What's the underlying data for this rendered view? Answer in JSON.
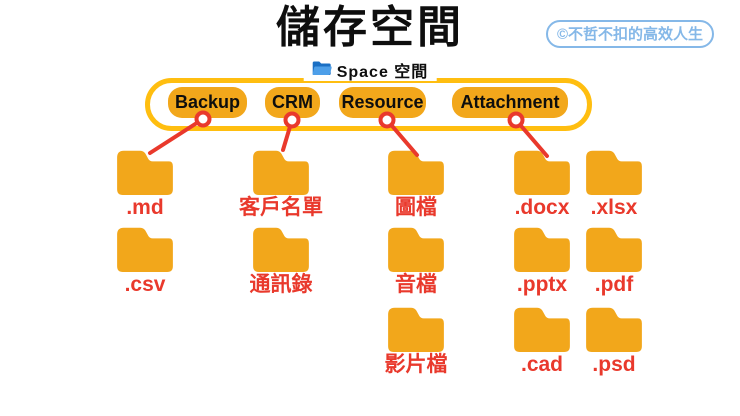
{
  "title": "儲存空間",
  "watermark": "©不哲不扣的高效人生",
  "space": {
    "label": "Space 空間"
  },
  "buttons": [
    {
      "label": "Backup"
    },
    {
      "label": "CRM"
    },
    {
      "label": "Resource"
    },
    {
      "label": "Attachment"
    }
  ],
  "folders": [
    {
      "label": ".md"
    },
    {
      "label": "客戶名單"
    },
    {
      "label": "圖檔"
    },
    {
      "label": ".docx"
    },
    {
      "label": ".xlsx"
    },
    {
      "label": ".csv"
    },
    {
      "label": "通訊錄"
    },
    {
      "label": "音檔"
    },
    {
      "label": ".pptx"
    },
    {
      "label": ".pdf"
    },
    {
      "label": "影片檔"
    },
    {
      "label": ".cad"
    },
    {
      "label": ".psd"
    }
  ],
  "icons": {
    "space_folder": "open-folder-icon",
    "item_folder": "folder-icon"
  },
  "colors": {
    "yellow": "#F2A71B",
    "border_yellow": "#FFBE10",
    "red": "#E9392C",
    "blue": "#85B8E8",
    "ink": "#0E0E0E",
    "folder_dark_blue": "#1A6FC4",
    "folder_light_blue": "#4D9FE9"
  }
}
